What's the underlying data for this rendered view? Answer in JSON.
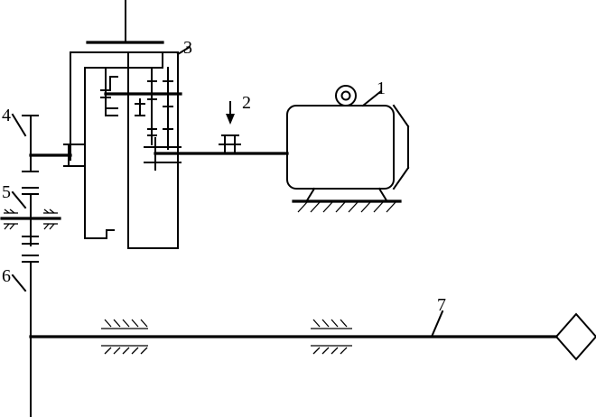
{
  "labels": {
    "motor": "1",
    "coupling": "2",
    "gearbox": "3",
    "gear_4": "4",
    "gear_5": "5",
    "gear_6": "6",
    "long_shaft": "7"
  }
}
